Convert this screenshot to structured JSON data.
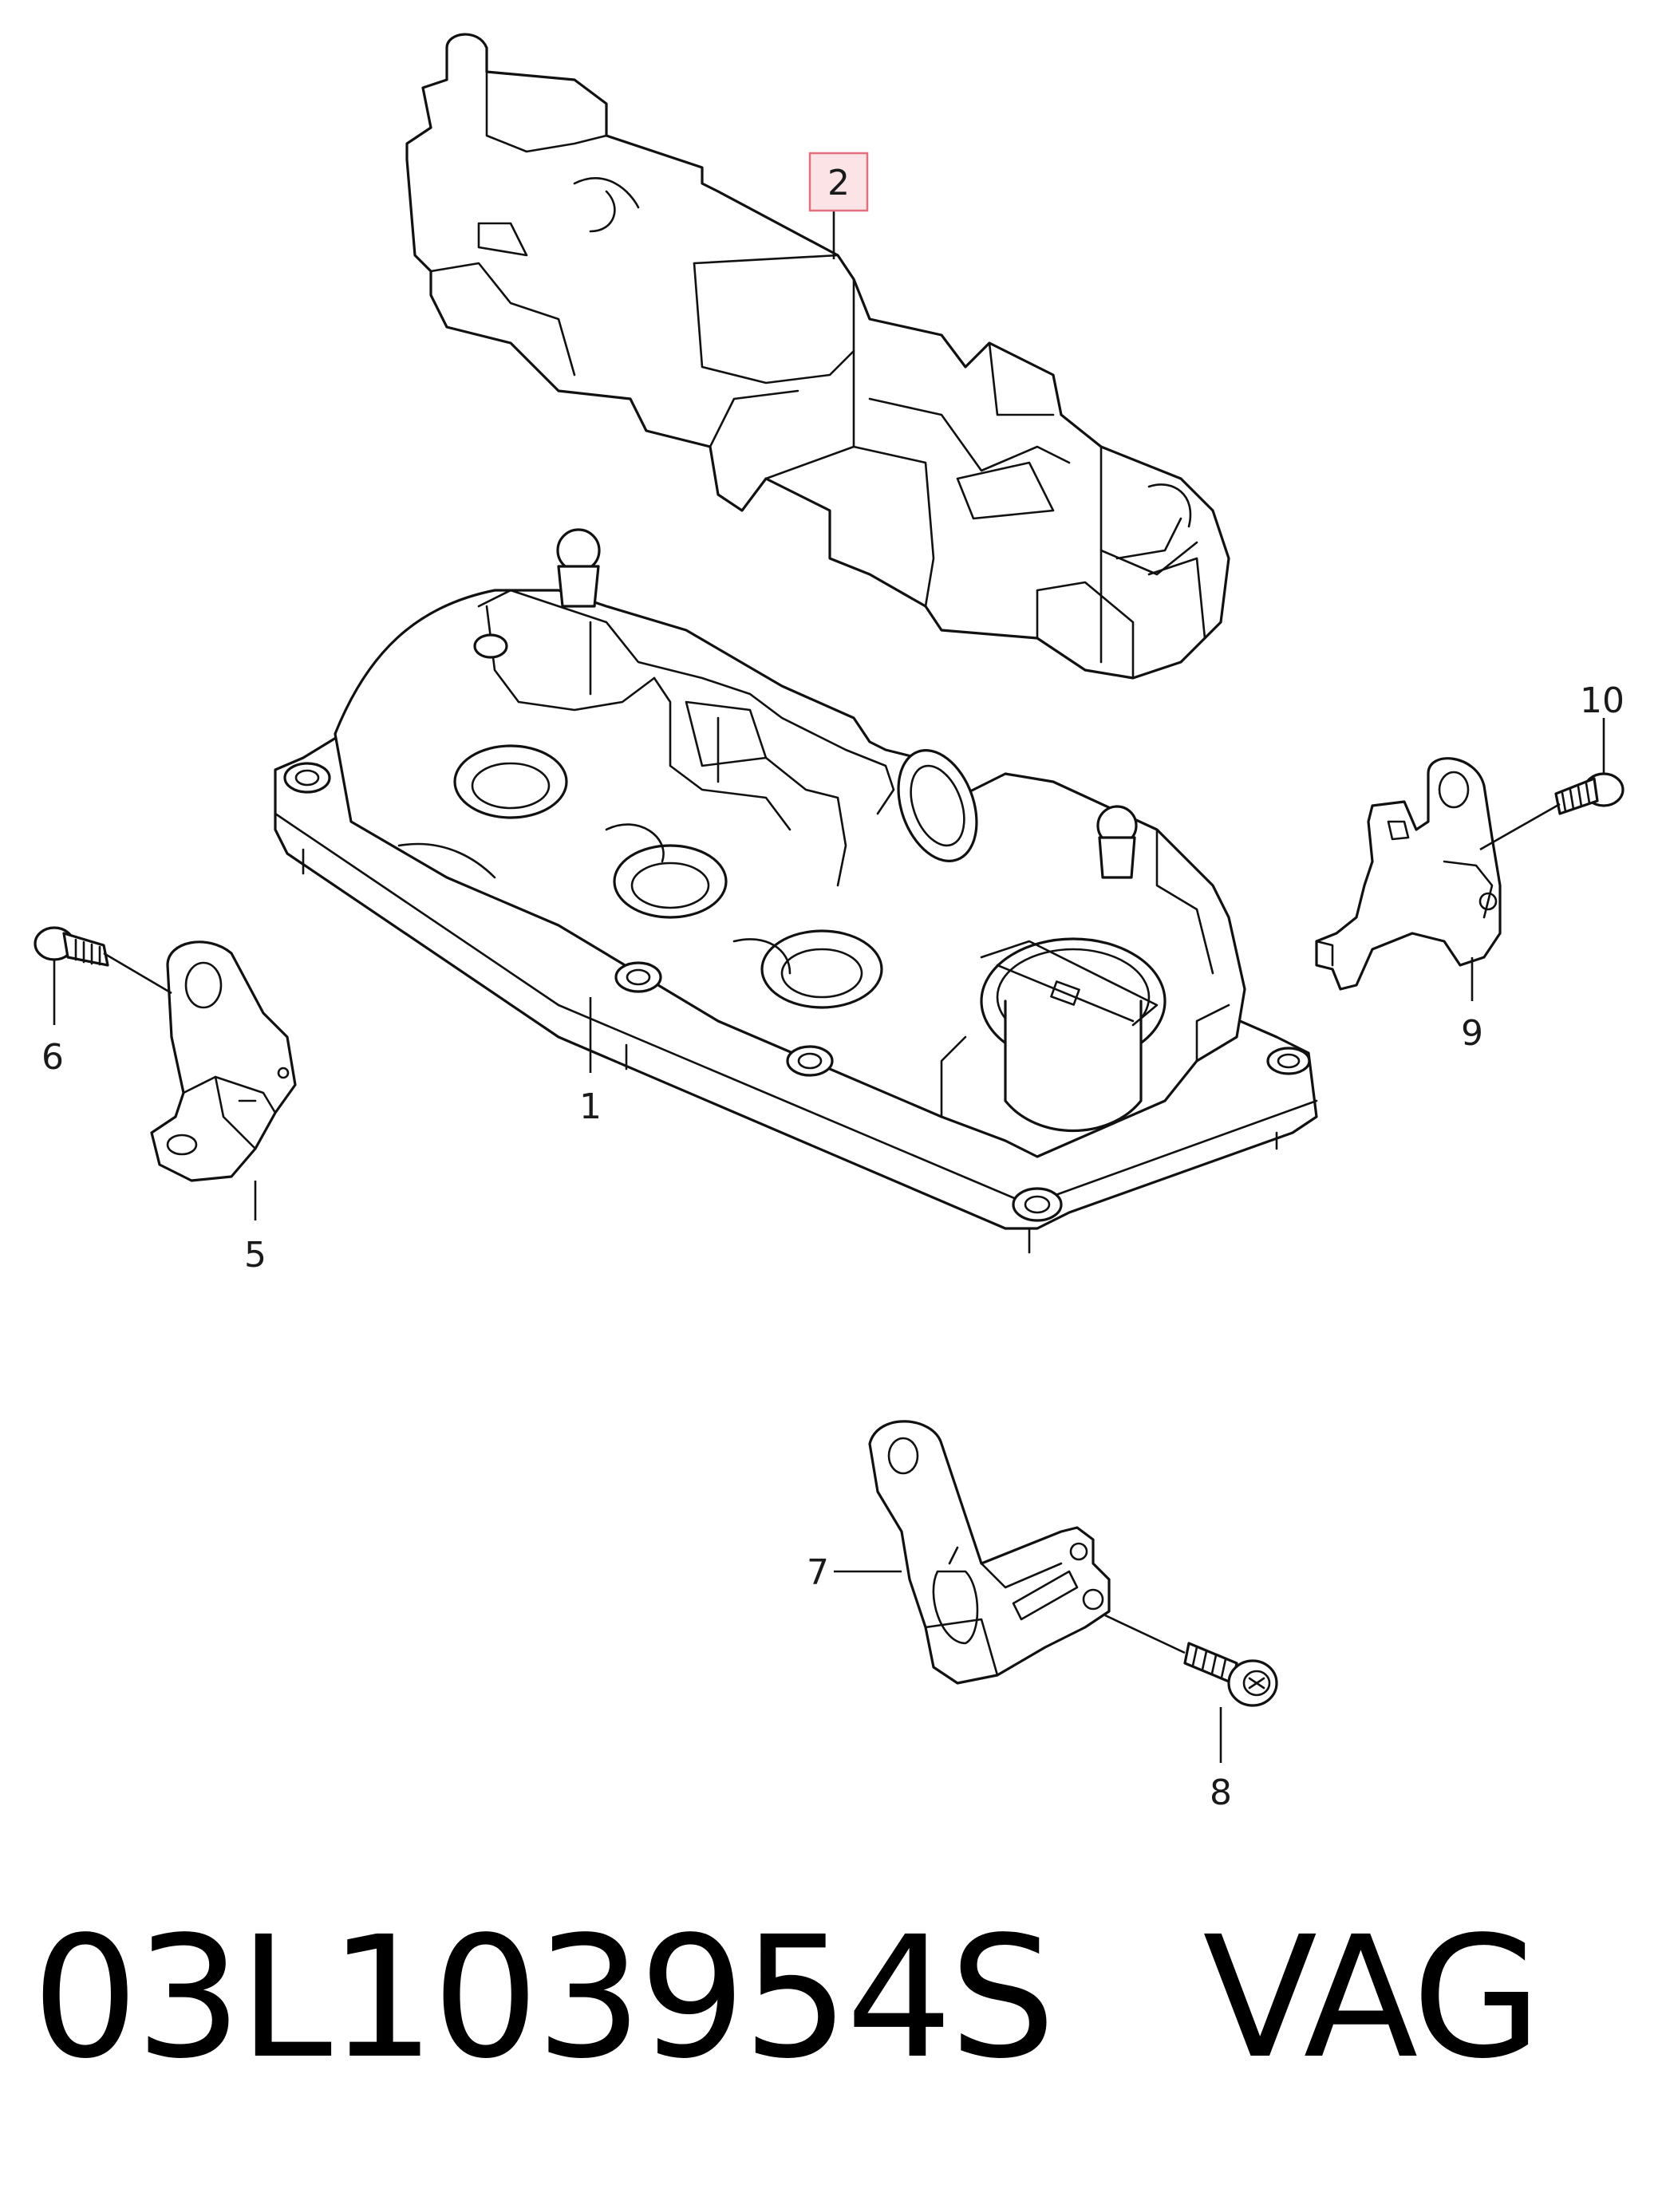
{
  "diagram": {
    "callouts": [
      {
        "id": "1",
        "label": "1"
      },
      {
        "id": "2",
        "label": "2",
        "highlighted": true
      },
      {
        "id": "5",
        "label": "5"
      },
      {
        "id": "6",
        "label": "6"
      },
      {
        "id": "7",
        "label": "7"
      },
      {
        "id": "8",
        "label": "8"
      },
      {
        "id": "9",
        "label": "9"
      },
      {
        "id": "10",
        "label": "10"
      }
    ],
    "highlight_color": "#e0707d"
  },
  "footer": {
    "part_number": "03L103954S",
    "brand": "VAG",
    "text": "03L103954S   VAG"
  }
}
